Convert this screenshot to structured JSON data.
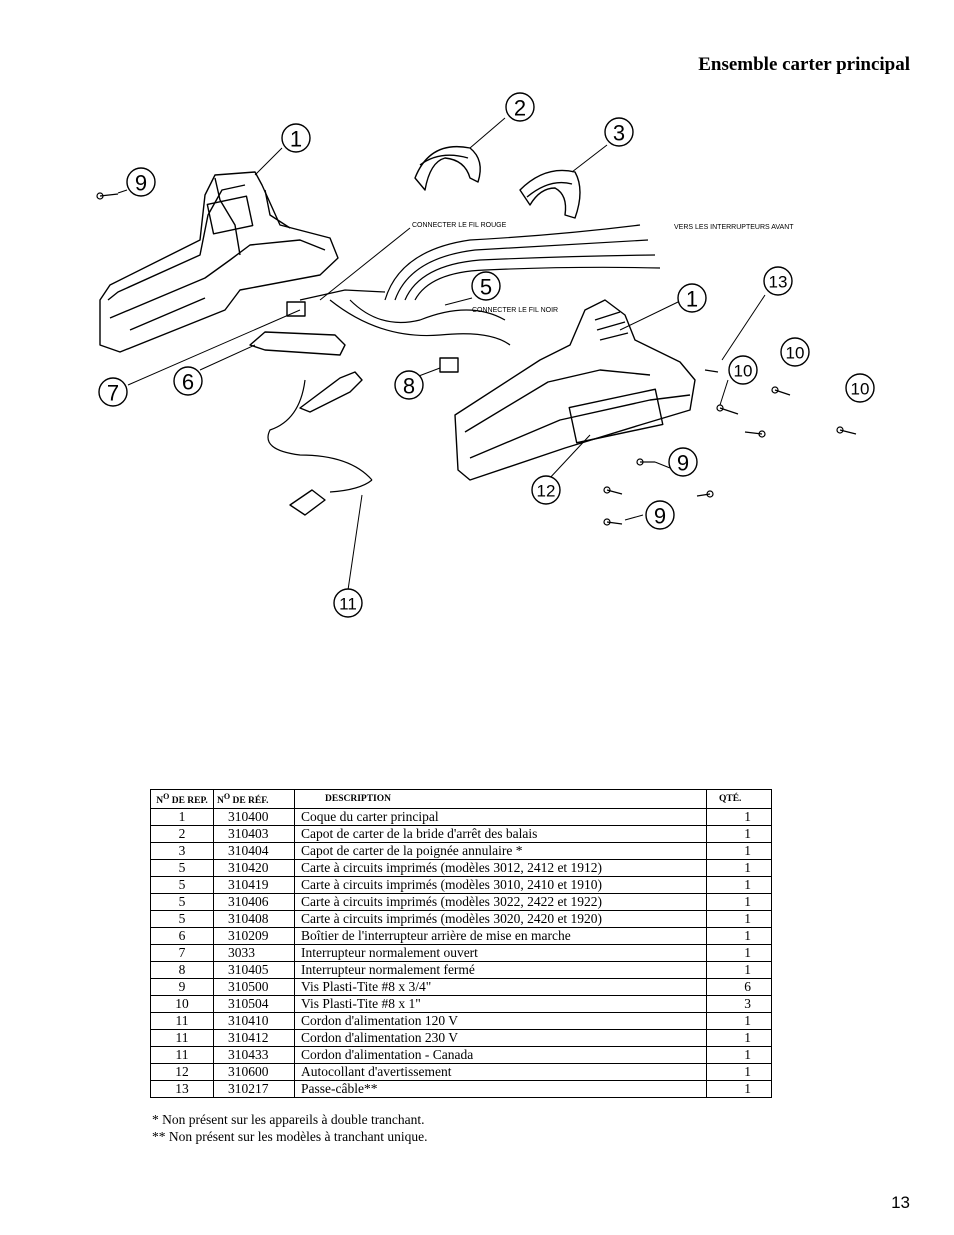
{
  "page": {
    "title": "Ensemble carter principal",
    "page_number": "13"
  },
  "diagram": {
    "labels": {
      "red_wire": "CONNECTER LE FIL ROUGE",
      "black_wire": "CONNECTER LE FIL NOIR",
      "front_switches": "VERS LES INTERRUPTEURS AVANT"
    },
    "callouts": [
      "1",
      "2",
      "3",
      "9",
      "7",
      "6",
      "5",
      "1",
      "13",
      "10",
      "10",
      "10",
      "8",
      "9",
      "12",
      "9",
      "11"
    ]
  },
  "table": {
    "headers": {
      "rep_prefix": "N",
      "rep_sup": "O",
      "rep_suffix": " DE REP.",
      "ref_prefix": "N",
      "ref_sup": "O",
      "ref_suffix": " DE RÉF.",
      "desc": "DESCRIPTION",
      "qty": "QTÉ."
    },
    "rows": [
      {
        "rep": "1",
        "ref": "310400",
        "desc": "Coque du carter principal",
        "qty": "1"
      },
      {
        "rep": "2",
        "ref": "310403",
        "desc": "Capot de carter de la bride d'arrêt des balais",
        "qty": "1"
      },
      {
        "rep": "3",
        "ref": "310404",
        "desc": "Capot de carter de la poignée annulaire *",
        "qty": "1"
      },
      {
        "rep": "5",
        "ref": "310420",
        "desc": "Carte à circuits imprimés (modèles 3012, 2412 et 1912)",
        "qty": "1"
      },
      {
        "rep": "5",
        "ref": "310419",
        "desc": "Carte à circuits imprimés (modèles 3010, 2410 et 1910)",
        "qty": "1"
      },
      {
        "rep": "5",
        "ref": "310406",
        "desc": "Carte à circuits imprimés (modèles 3022, 2422 et 1922)",
        "qty": "1"
      },
      {
        "rep": "5",
        "ref": "310408",
        "desc": "Carte à circuits imprimés (modèles 3020, 2420 et 1920)",
        "qty": "1"
      },
      {
        "rep": "6",
        "ref": "310209",
        "desc": "Boîtier de l'interrupteur arrière de mise en marche",
        "qty": "1"
      },
      {
        "rep": "7",
        "ref": "3033",
        "desc": "Interrupteur normalement ouvert",
        "qty": "1"
      },
      {
        "rep": "8",
        "ref": "310405",
        "desc": "Interrupteur normalement fermé",
        "qty": "1"
      },
      {
        "rep": "9",
        "ref": "310500",
        "desc": "Vis Plasti-Tite #8 x 3/4\"",
        "qty": "6"
      },
      {
        "rep": "10",
        "ref": "310504",
        "desc": "Vis Plasti-Tite #8 x 1\"",
        "qty": "3"
      },
      {
        "rep": "11",
        "ref": "310410",
        "desc": "Cordon d'alimentation 120 V",
        "qty": "1"
      },
      {
        "rep": "11",
        "ref": "310412",
        "desc": "Cordon d'alimentation 230 V",
        "qty": "1"
      },
      {
        "rep": "11",
        "ref": "310433",
        "desc": "Cordon d'alimentation - Canada",
        "qty": "1"
      },
      {
        "rep": "12",
        "ref": "310600",
        "desc": "Autocollant d'avertissement",
        "qty": "1"
      },
      {
        "rep": "13",
        "ref": "310217",
        "desc": "Passe-câble**",
        "qty": "1"
      }
    ]
  },
  "notes": [
    "* Non présent sur les appareils à double tranchant.",
    "** Non présent sur les modèles à tranchant unique."
  ]
}
